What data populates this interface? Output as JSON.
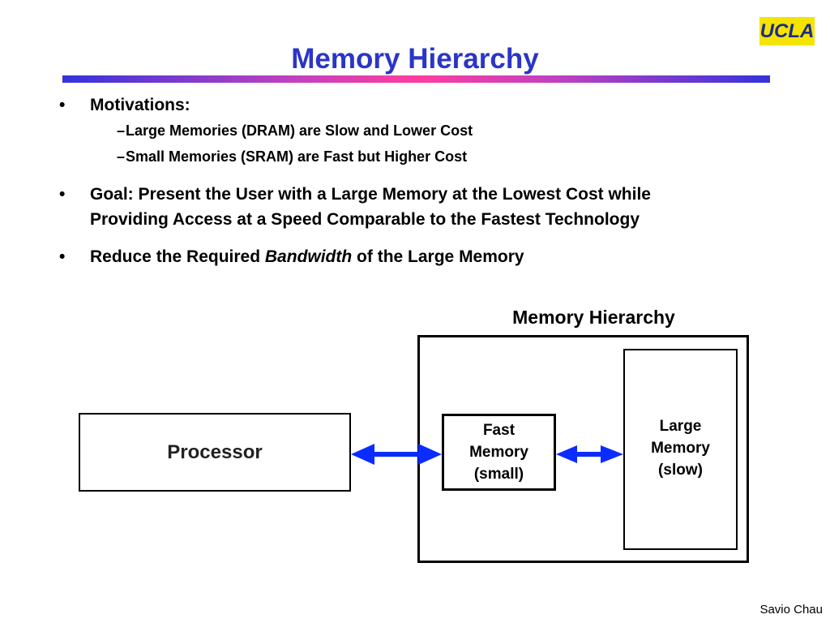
{
  "logo": "UCLA",
  "title": "Memory Hierarchy",
  "bullets": {
    "motivations": {
      "label": "Motivations:",
      "subitems": [
        "Large Memories (DRAM) are Slow and Lower Cost",
        "Small Memories (SRAM) are Fast but Higher Cost"
      ]
    },
    "goal": {
      "line1": "Goal: Present the User with a Large Memory at the Lowest Cost while",
      "line2": "Providing Access at a Speed Comparable to the Fastest Technology"
    },
    "reduce": {
      "before": "Reduce the Required ",
      "emphasis": "Bandwidth",
      "after": " of the Large Memory"
    }
  },
  "diagram": {
    "title": "Memory Hierarchy",
    "processor": "Processor",
    "fast_memory": [
      "Fast",
      "Memory",
      "(small)"
    ],
    "large_memory": [
      "Large",
      "Memory",
      "(slow)"
    ],
    "arrow_color": "#0a2cff"
  },
  "footer": "Savio Chau",
  "colors": {
    "title": "#2b35c7",
    "logo_bg": "#f5e400",
    "logo_text": "#1a2c8c"
  }
}
